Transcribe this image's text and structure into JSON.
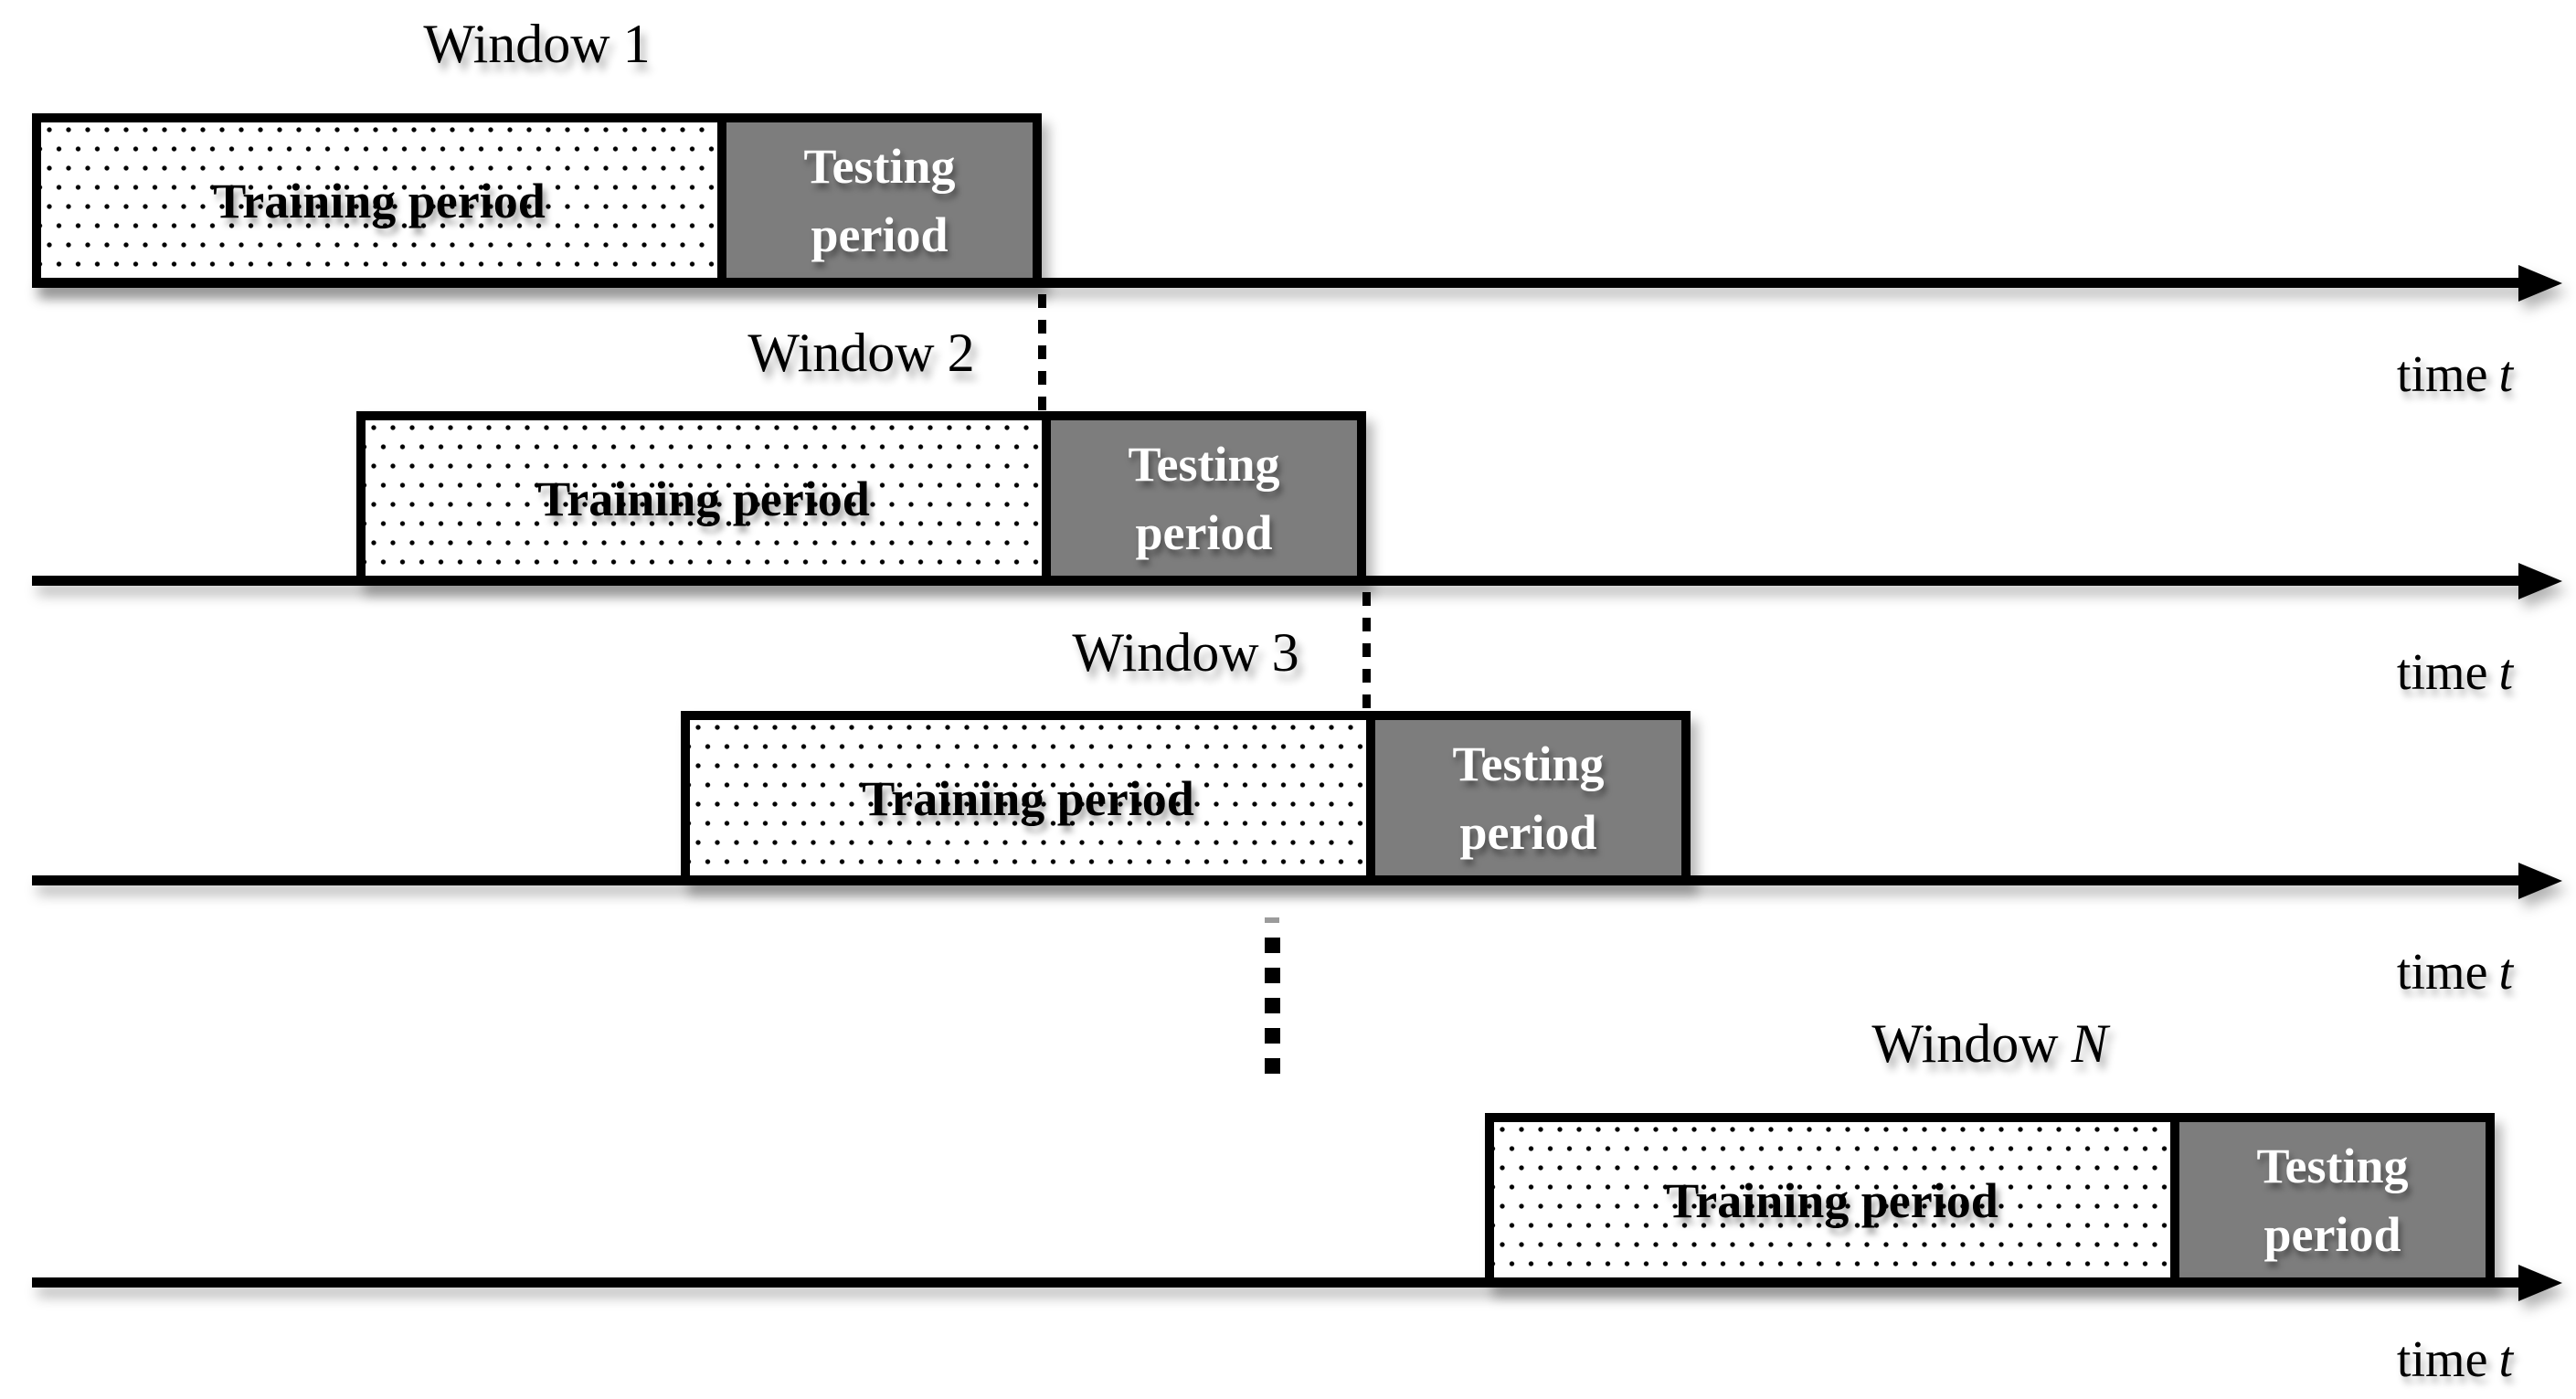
{
  "title": "Sliding window training and testing scheme",
  "colors": {
    "background": "#ffffff",
    "line": "#000000",
    "text": "#000000",
    "dot": "#000000",
    "testing_fill": "#7d7d7d",
    "testing_text": "#ffffff",
    "ellipsis_dash": "#9b9b9b"
  },
  "rows": [
    {
      "window_prefix": "Window",
      "window_suffix": "1",
      "training_label": "Training period",
      "testing_lines": [
        "Testing",
        "period"
      ],
      "time_word": "time",
      "time_var": "t"
    },
    {
      "window_prefix": "Window",
      "window_suffix": "2",
      "training_label": "Training period",
      "testing_lines": [
        "Testing",
        "period"
      ],
      "time_word": "time",
      "time_var": "t"
    },
    {
      "window_prefix": "Window",
      "window_suffix": "3",
      "training_label": "Training period",
      "testing_lines": [
        "Testing",
        "period"
      ],
      "time_word": "time",
      "time_var": "t"
    },
    {
      "window_prefix": "Window",
      "window_suffix": "N",
      "training_label": "Training period",
      "testing_lines": [
        "Testing",
        "period"
      ],
      "time_word": "time",
      "time_var": "t"
    }
  ],
  "ellipsis": {
    "meaning": "more windows continue",
    "square_count": 5
  }
}
